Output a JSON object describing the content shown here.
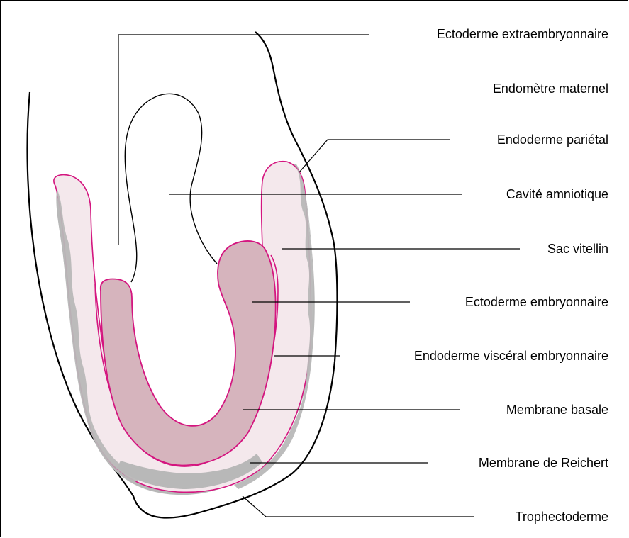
{
  "labels": {
    "ectoderme_extraembryonnaire": "Ectoderme extraembryonnaire",
    "endometre_maternel": "Endomètre maternel",
    "endoderme_parietal": "Endoderme pariétal",
    "cavite_amniotique": "Cavité amniotique",
    "sac_vitellin": "Sac vitellin",
    "ectoderme_embryonnaire": "Ectoderme embryonnaire",
    "endoderme_visceral_embryonnaire": "Endoderme viscéral embryonnaire",
    "membrane_basale": "Membrane basale",
    "membrane_reichert": "Membrane de Reichert",
    "trophectoderme": "Trophectoderme"
  },
  "colors": {
    "outline": "#000000",
    "pink_border": "#d4157f",
    "yolk_fill": "#f4e8ec",
    "parietal_gray": "#b8b8b8",
    "ectoderm_fill": "#d6b4bd"
  }
}
